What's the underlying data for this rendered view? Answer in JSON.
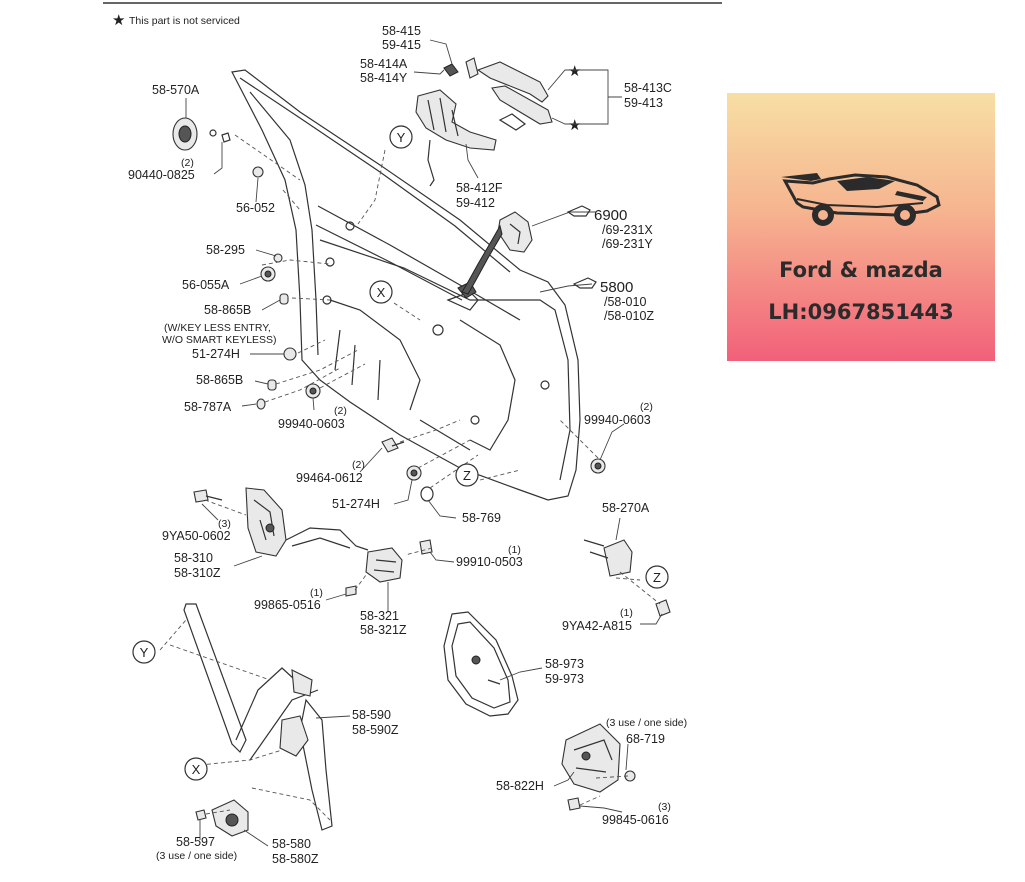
{
  "legend": {
    "star": "★",
    "text": "This part is not serviced"
  },
  "callouts": {
    "x": "X",
    "y": "Y",
    "z": "Z"
  },
  "labels": {
    "p58_415": "58-415",
    "p59_415": "59-415",
    "p58_414A": "58-414A",
    "p58_414Y": "58-414Y",
    "p58_413C": "58-413C",
    "p59_413": "59-413",
    "p58_570A": "58-570A",
    "q90440_0825": "(2)",
    "p90440_0825": "90440-0825",
    "p56_052": "56-052",
    "p58_412F": "58-412F",
    "p59_412": "59-412",
    "p6900": "6900",
    "p69_231X": "/69-231X",
    "p69_231Y": "/69-231Y",
    "p58_295": "58-295",
    "p56_055A": "56-055A",
    "p5800": "5800",
    "p58_010": "/58-010",
    "p58_010Z": "/58-010Z",
    "p58_865B_a": "58-865B",
    "note_keyless_1": "(W/KEY LESS ENTRY,",
    "note_keyless_2": "W/O SMART KEYLESS)",
    "p51_274H_a": "51-274H",
    "p58_865B_b": "58-865B",
    "p58_787A": "58-787A",
    "q99940_0603_a": "(2)",
    "p99940_0603_a": "99940-0603",
    "q99940_0603_b": "(2)",
    "p99940_0603_b": "99940-0603",
    "q99464_0612": "(2)",
    "p99464_0612": "99464-0612",
    "p51_274H_b": "51-274H",
    "p58_769": "58-769",
    "q9YA50_0602": "(3)",
    "p9YA50_0602": "9YA50-0602",
    "p58_310": "58-310",
    "p58_310Z": "58-310Z",
    "q99910_0503": "(1)",
    "p99910_0503": "99910-0503",
    "p58_270A": "58-270A",
    "q99865_0516": "(1)",
    "p99865_0516": "99865-0516",
    "p58_321": "58-321",
    "p58_321Z": "58-321Z",
    "q9YA42_A815": "(1)",
    "p9YA42_A815": "9YA42-A815",
    "p58_973": "58-973",
    "p59_973": "59-973",
    "p58_590": "58-590",
    "p58_590Z": "58-590Z",
    "note_68_719": "(3 use / one side)",
    "p68_719": "68-719",
    "p58_822H": "58-822H",
    "q99845_0616": "(3)",
    "p99845_0616": "99845-0616",
    "p58_597": "58-597",
    "note_58_597": "(3 use / one side)",
    "p58_580": "58-580",
    "p58_580Z": "58-580Z"
  },
  "brand": {
    "name": "Ford & mazda",
    "phone": "LH:0967851443",
    "gradient_top": "#f7dfa4",
    "gradient_bottom": "#f2607a",
    "logo_icon": "sports-car-icon"
  }
}
